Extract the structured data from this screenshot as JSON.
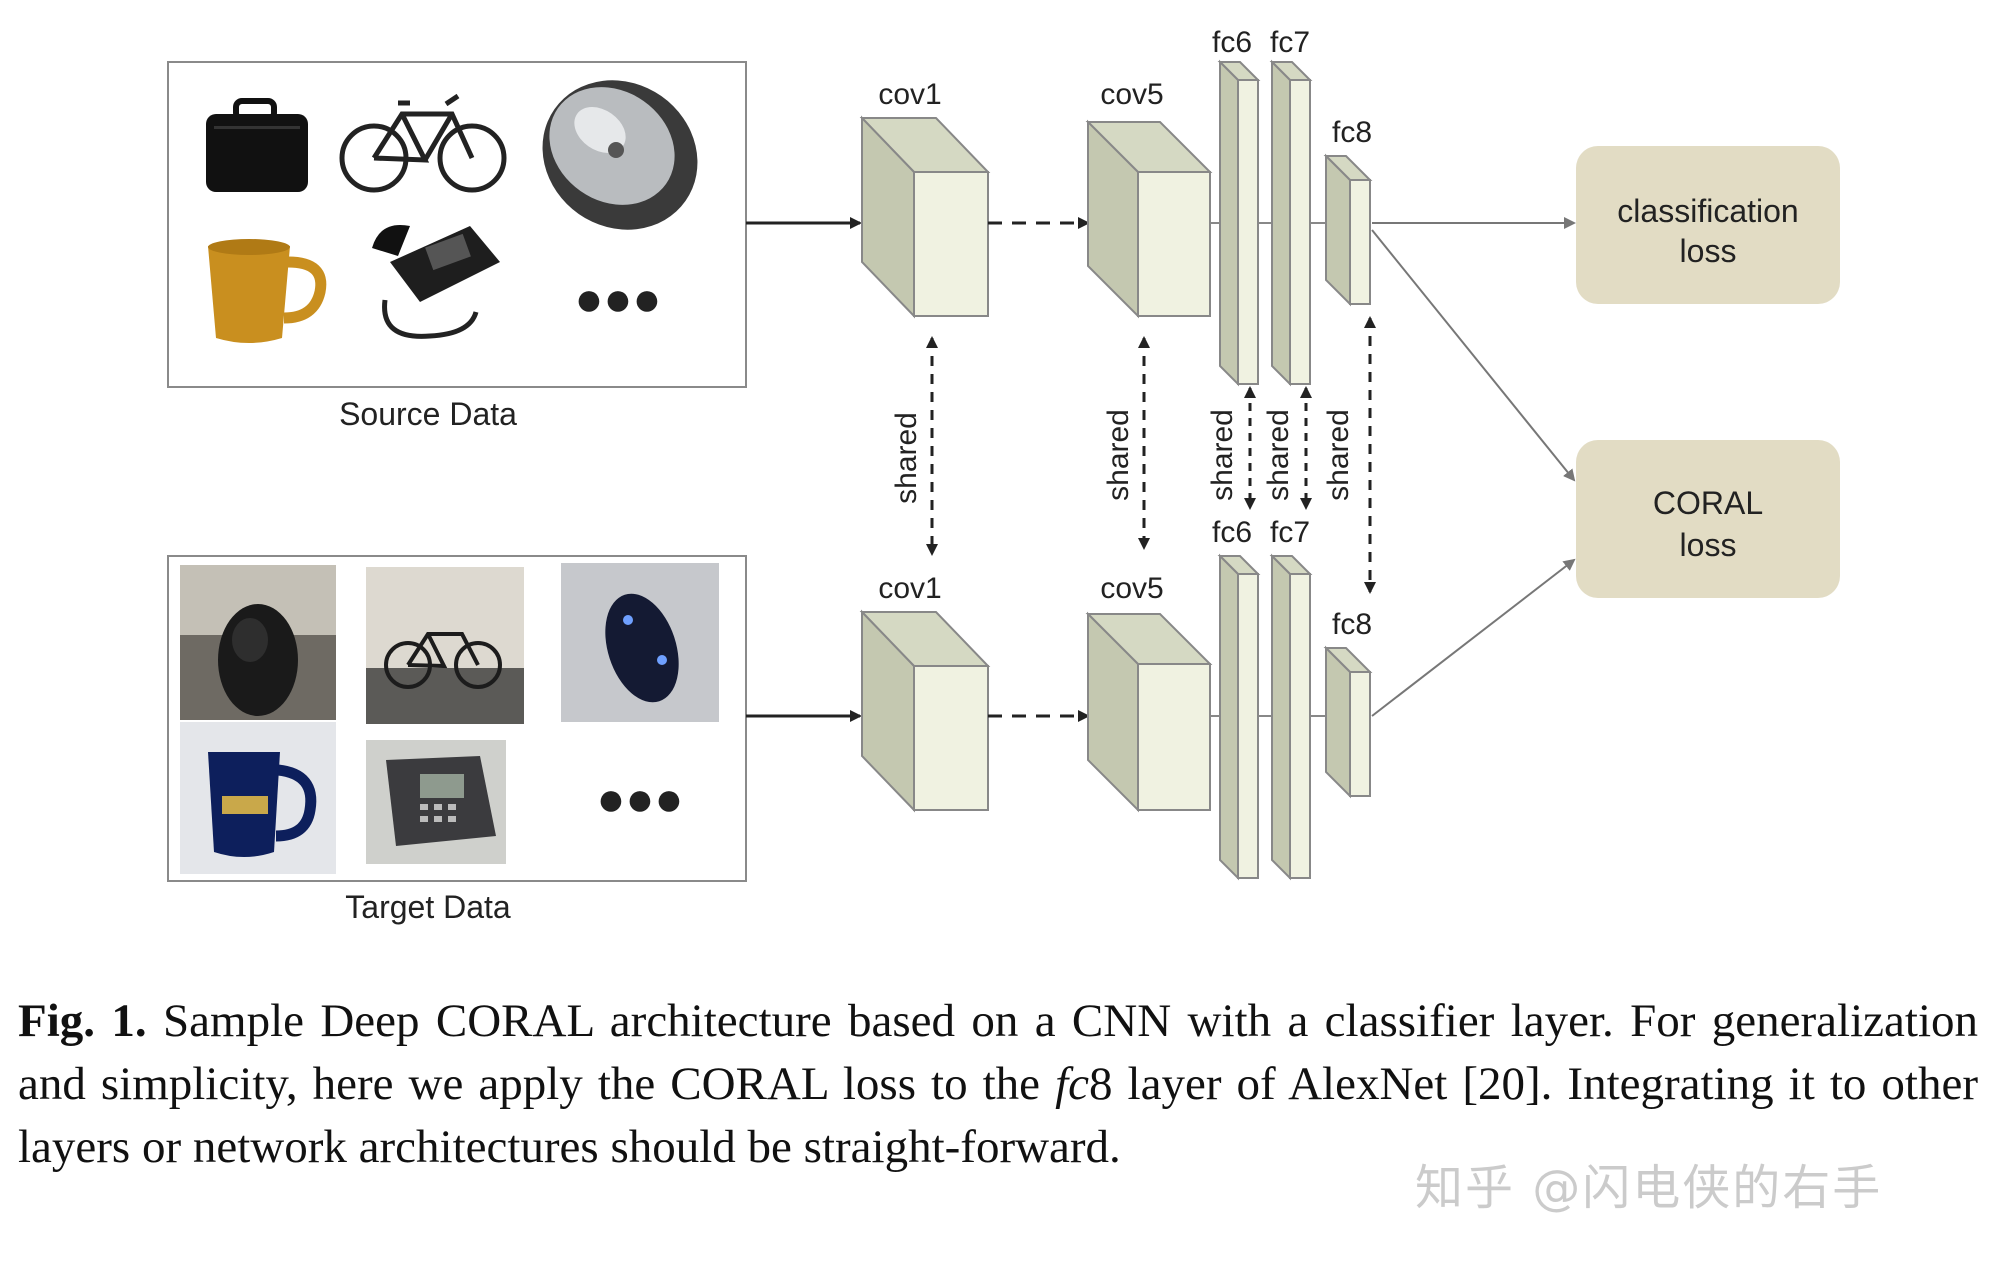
{
  "diagram": {
    "source_label": "Source Data",
    "target_label": "Target Data",
    "ellipsis": "●●●",
    "layers": {
      "cov1": "cov1",
      "cov5": "cov5",
      "fc6": "fc6",
      "fc7": "fc7",
      "fc8": "fc8"
    },
    "shared_label": "shared",
    "losses": {
      "classification_line1": "classification",
      "classification_line2": "loss",
      "coral_line1": "CORAL",
      "coral_line2": "loss"
    },
    "colors": {
      "block_front": "#f0f2e1",
      "block_top": "#d5d9c3",
      "block_side": "#c4c8b0",
      "loss_box": "#e2dcc4",
      "frame": "#8a8a8a"
    },
    "source_images": [
      "briefcase",
      "bicycle",
      "mouse",
      "mug",
      "telephone"
    ],
    "target_images": [
      "backpack-photo",
      "bicycle-photo",
      "mouse-photo",
      "mug-photo",
      "telephone-photo"
    ]
  },
  "caption": {
    "fig_label": "Fig. 1.",
    "text_1": "Sample Deep CORAL architecture based on a CNN with a classifier layer. For generalization and simplicity, here we apply the CORAL loss to the ",
    "fc8_italic": "fc",
    "fc8_num": "8",
    "text_2": " layer of AlexNet [20]. Integrating it to other layers or network architectures should be straight-forward."
  },
  "watermark": "知乎 @闪电侠的右手"
}
